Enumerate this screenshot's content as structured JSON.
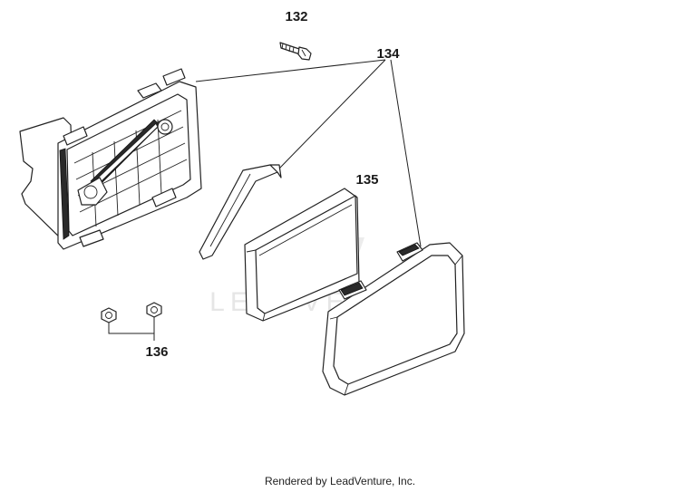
{
  "callouts": {
    "c132": "132",
    "c134": "134",
    "c135": "135",
    "c136": "136"
  },
  "watermark": {
    "text": "LEADVENTURE"
  },
  "footer": {
    "text": "Rendered by LeadVenture, Inc."
  },
  "colors": {
    "line": "#222222",
    "watermark": "#e6e6e6",
    "background": "#ffffff"
  }
}
